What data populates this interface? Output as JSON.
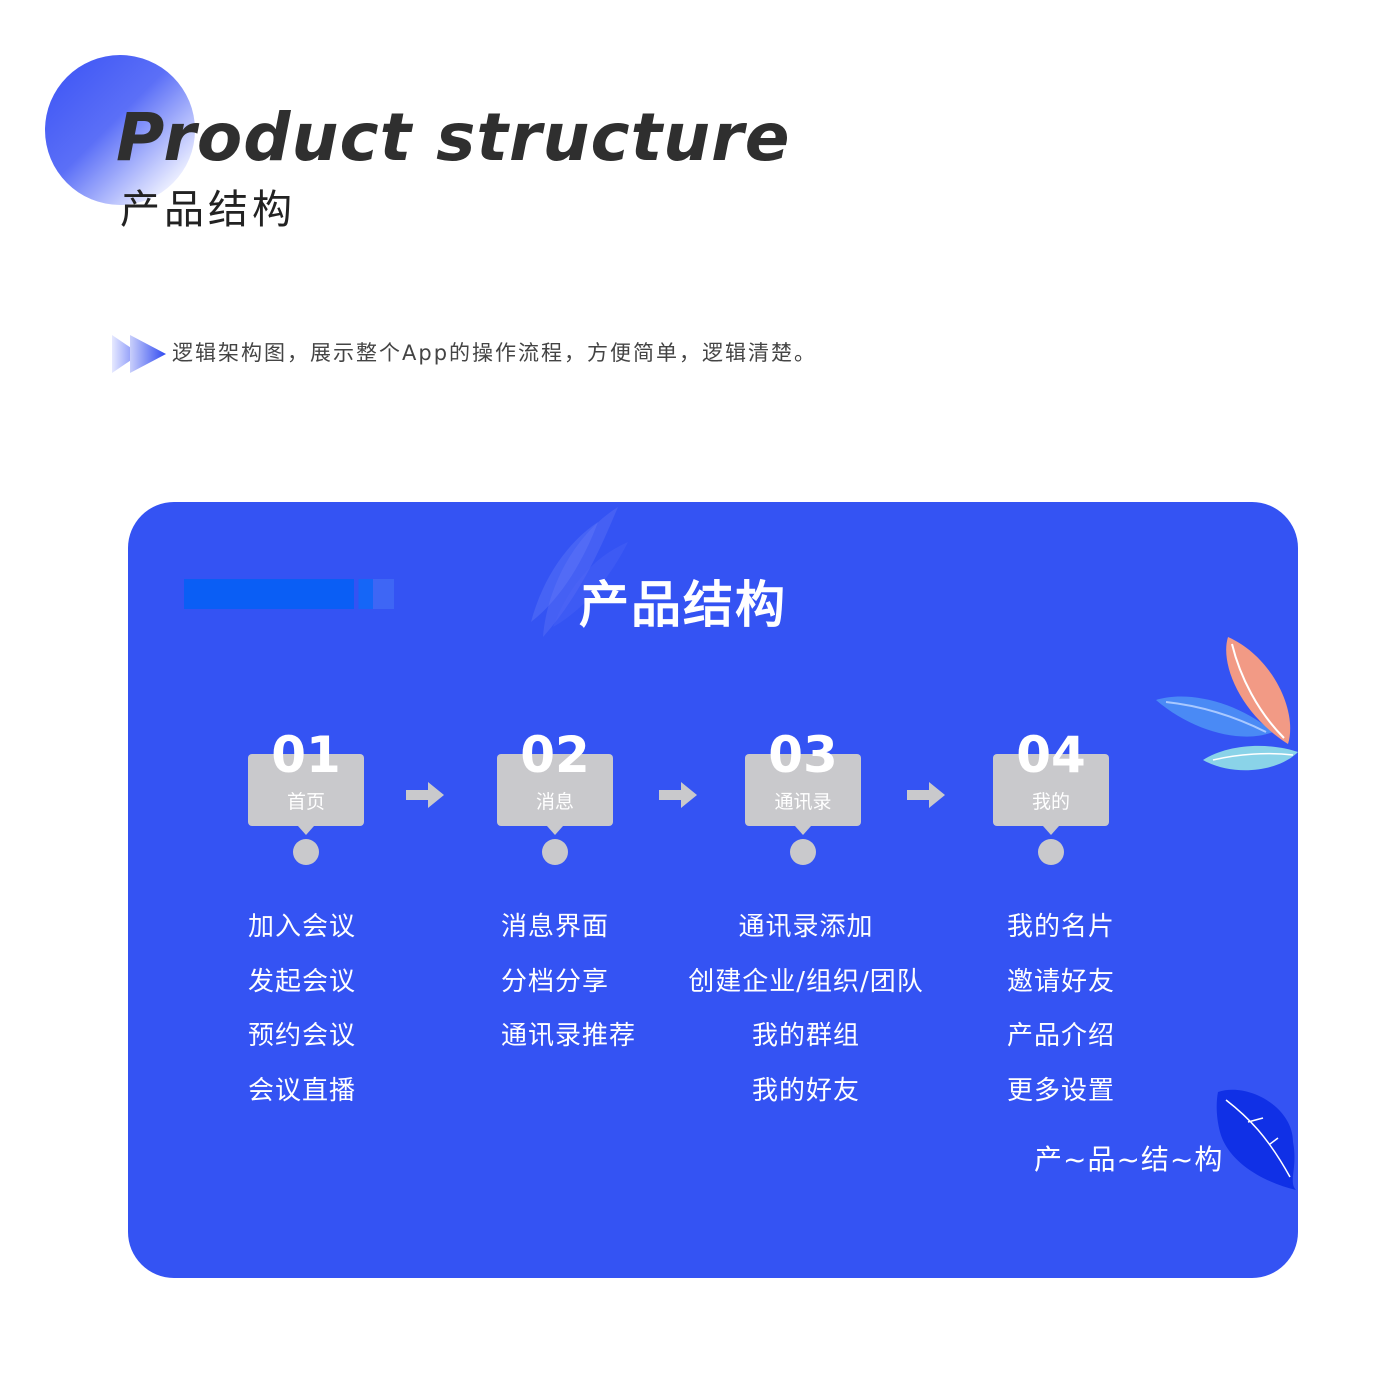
{
  "header": {
    "title_en": "Product structure",
    "title_cn": "产品结构",
    "intro": "逻辑架构图，展示整个App的操作流程，方便简单，逻辑清楚。"
  },
  "card": {
    "title": "产品结构",
    "footer": "产~品~结~构",
    "steps": [
      {
        "number": "01",
        "label": "首页",
        "items": [
          "加入会议",
          "发起会议",
          "预约会议",
          "会议直播"
        ]
      },
      {
        "number": "02",
        "label": "消息",
        "items": [
          "消息界面",
          "分档分享",
          "通讯录推荐"
        ]
      },
      {
        "number": "03",
        "label": "通讯录",
        "items": [
          "通讯录添加",
          "创建企业/组织/团队",
          "我的群组",
          "我的好友"
        ]
      },
      {
        "number": "04",
        "label": "我的",
        "items": [
          "我的名片",
          "邀请好友",
          "产品介绍",
          "更多设置"
        ]
      }
    ]
  },
  "colors": {
    "card_bg": "#3453f3",
    "step_box": "#c9c9cc",
    "title_text": "#2f2f2f",
    "accent_blue": "#3a52f5"
  }
}
